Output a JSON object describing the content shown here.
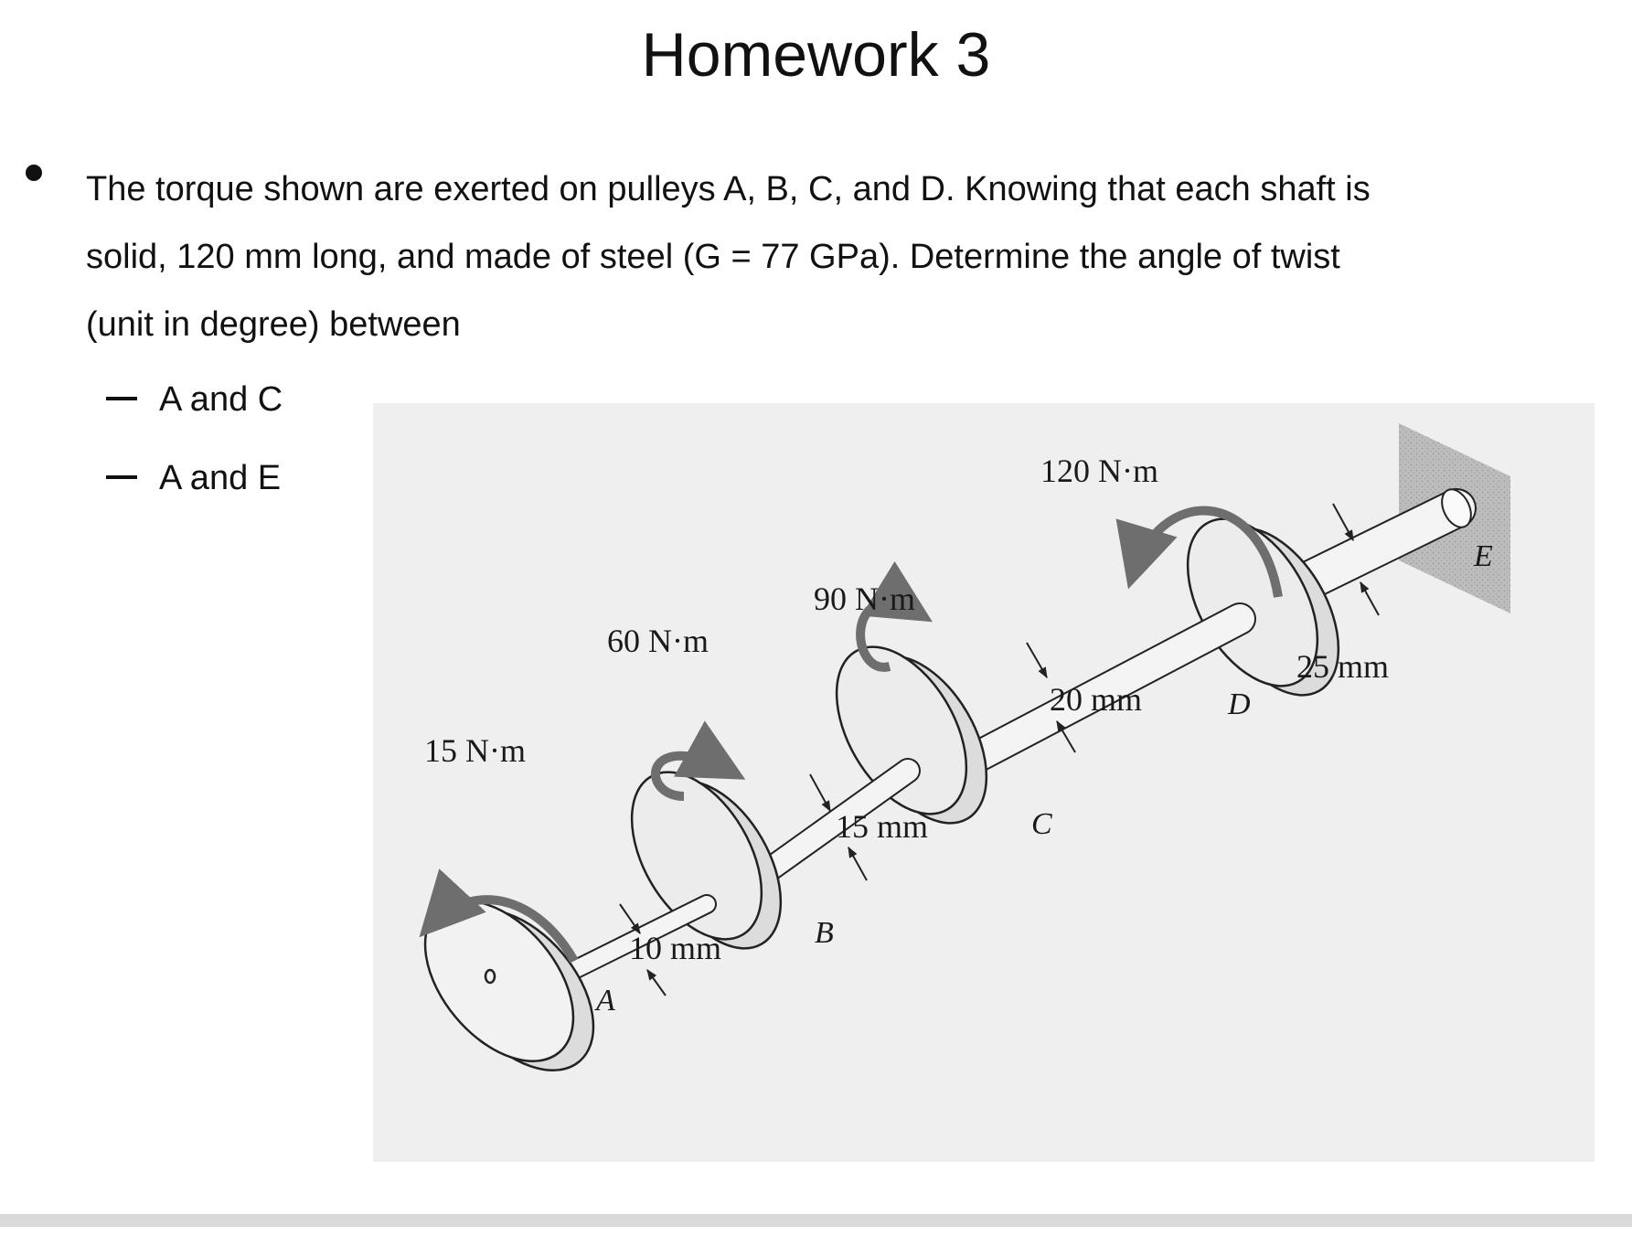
{
  "document": {
    "title": "Homework 3",
    "problem": {
      "line1": "The torque shown are exerted on pulleys A, B, C, and D. Knowing that each shaft is",
      "line2": "solid, 120 mm long, and made of steel (G = 77 GPa). Determine the angle of twist",
      "line3": "(unit in degree) between"
    },
    "sub_items": [
      "A and C",
      "A and E"
    ]
  },
  "figure": {
    "torques": {
      "a": "15 N·m",
      "b": "60 N·m",
      "c": "90 N·m",
      "d": "120 N·m"
    },
    "diameters": {
      "ab": "10 mm",
      "bc": "15 mm",
      "cd": "20 mm",
      "de": "25 mm"
    },
    "pulleys": {
      "a": "A",
      "b": "B",
      "c": "C",
      "d": "D",
      "e": "E"
    }
  }
}
